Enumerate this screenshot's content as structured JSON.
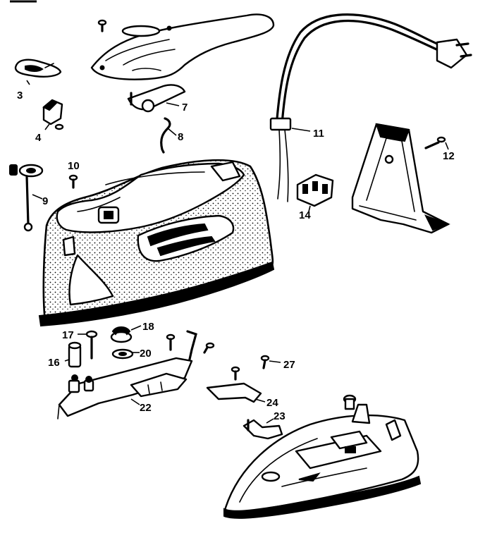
{
  "labels": {
    "p3": "3",
    "p4": "4",
    "p7": "7",
    "p8": "8",
    "p9": "9",
    "p10": "10",
    "p11": "11",
    "p12": "12",
    "p14": "14",
    "p16": "16",
    "p17": "17",
    "p18": "18",
    "p20": "20",
    "p22": "22",
    "p23": "23",
    "p24": "24",
    "p27": "27"
  }
}
